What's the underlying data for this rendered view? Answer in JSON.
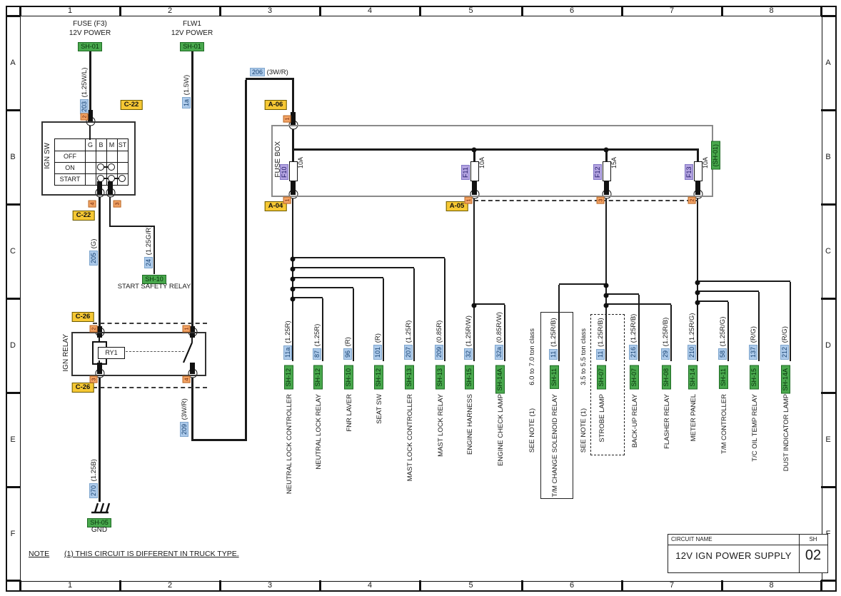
{
  "frame": {
    "cols": [
      "1",
      "2",
      "3",
      "4",
      "5",
      "6",
      "7",
      "8"
    ],
    "rows": [
      "A",
      "B",
      "C",
      "D",
      "E",
      "F"
    ]
  },
  "colors": {
    "sh_badge": "#49a84d",
    "wire_badge": "#aecbeb",
    "connector_badge": "#f6c834",
    "fuse_badge": "#b3a3e0",
    "pin_badge": "#f2a263",
    "wire": "#1a1a1a",
    "fusebox_border": "#8a8a8a"
  },
  "sources": {
    "fuse_f3": {
      "line1": "FUSE (F3)",
      "line2": "12V POWER",
      "sh": "SH-01"
    },
    "flw1": {
      "line1": "FLW1",
      "line2": "12V POWER",
      "sh": "SH-01"
    }
  },
  "wires": {
    "w203": {
      "no": "203",
      "spec": " (1.25W/L)"
    },
    "w1a": {
      "no": "1a",
      "spec": " (1.5W)"
    },
    "w205": {
      "no": "205",
      "spec": " (G)"
    },
    "w24": {
      "no": "24",
      "spec": " (1.25G/R)"
    },
    "w209": {
      "no": "209",
      "spec": " (3W/R)"
    },
    "w206": {
      "no": "206",
      "spec": " (3W/R)"
    },
    "w270": {
      "no": "270",
      "spec": " (1.25B)"
    }
  },
  "ign_sw": {
    "name": "IGN SW",
    "connector_top": "C-22",
    "connector_bottom": "C-22",
    "pin_top": "2",
    "pin_b": "4",
    "pin_m": "3",
    "cols": [
      "G",
      "B",
      "M",
      "ST"
    ],
    "rows": [
      "OFF",
      "ON",
      "START"
    ]
  },
  "start_safety_relay": {
    "sh": "SH-10",
    "name": "START SAFETY RELAY"
  },
  "ign_relay": {
    "name": "IGN RELAY",
    "id": "RY1",
    "connector_top": "C-26",
    "connector_bottom": "C-26",
    "pin_tl": "2",
    "pin_tr": "1",
    "pin_bl": "3",
    "pin_br": "4"
  },
  "gnd": {
    "sh": "SH-05",
    "name": "GND"
  },
  "fuse_box": {
    "name": "FUSE BOX",
    "sh": "(SH-01)",
    "connector_in": "A-06",
    "pin_in": "1",
    "connector_a04": "A-04",
    "connector_a05": "A-05",
    "fuses": [
      {
        "id": "F10",
        "rating": "10A",
        "pin": "1"
      },
      {
        "id": "F11",
        "rating": "10A",
        "pin": "1"
      },
      {
        "id": "F12",
        "rating": "15A",
        "pin": "3"
      },
      {
        "id": "F13",
        "rating": "10A",
        "pin": "2"
      }
    ]
  },
  "class_groups": [
    {
      "klass": "6.0 to 7.0 ton class",
      "note": "SEE NOTE (1)"
    },
    {
      "klass": "3.5 to 5.5 ton class",
      "note": "SEE NOTE (1)"
    }
  ],
  "branches": [
    {
      "no": "11a",
      "spec": " (1.25R)",
      "sh": "SH-12",
      "name": "NEUTRAL LOCK CONTROLLER"
    },
    {
      "no": "87",
      "spec": " (1.25R)",
      "sh": "SH-12",
      "name": "NEUTRAL LOCK RELAY"
    },
    {
      "no": "96",
      "spec": " (R)",
      "sh": "SH-10",
      "name": "FNR LAVER"
    },
    {
      "no": "101",
      "spec": " (R)",
      "sh": "SH-12",
      "name": "SEAT SW"
    },
    {
      "no": "207",
      "spec": " (1.25R)",
      "sh": "SH-13",
      "name": "MAST LOCK CONTROLLER"
    },
    {
      "no": "209",
      "spec": " (0.85R)",
      "sh": "SH-13",
      "name": "MAST LOCK RELAY"
    },
    {
      "no": "32",
      "spec": " (1.25R/W)",
      "sh": "SH-15",
      "name": "ENGINE HARNESS"
    },
    {
      "no": "32a",
      "spec": " (0.85R/W)",
      "sh": "SH-14A",
      "name": "ENGINE CHECK LAMP"
    },
    {
      "no": "11",
      "spec": " (1.25R/B)",
      "sh": "SH-11",
      "name": "T/M CHANGE SOLENOID RELAY"
    },
    {
      "no": "11",
      "spec": " (1.25R/B)",
      "sh": "SH-07",
      "name": "STROBE LAMP"
    },
    {
      "no": "216",
      "spec": " (1.25R/B)",
      "sh": "SH-07",
      "name": "BACK-UP RELAY"
    },
    {
      "no": "29",
      "spec": " (1.25R/B)",
      "sh": "SH-08",
      "name": "FLASHER RELAY"
    },
    {
      "no": "210",
      "spec": " (1.25R/G)",
      "sh": "SH-14",
      "name": "METER PANEL"
    },
    {
      "no": "58",
      "spec": " (1.25R/G)",
      "sh": "SH-11",
      "name": "T/M CONTROLLER"
    },
    {
      "no": "137",
      "spec": " (R/G)",
      "sh": "SH-15",
      "name": "T/C OIL TEMP RELAY"
    },
    {
      "no": "212",
      "spec": " (R/G)",
      "sh": "SH-14A",
      "name": "DUST INDICATOR LAMP"
    }
  ],
  "note": {
    "label": "NOTE",
    "text": "(1) THIS CIRCUIT IS DIFFERENT IN TRUCK TYPE."
  },
  "title_block": {
    "name_label": "CIRCUIT NAME",
    "name": "12V IGN POWER SUPPLY",
    "sh_label": "SH",
    "sh": "02"
  }
}
